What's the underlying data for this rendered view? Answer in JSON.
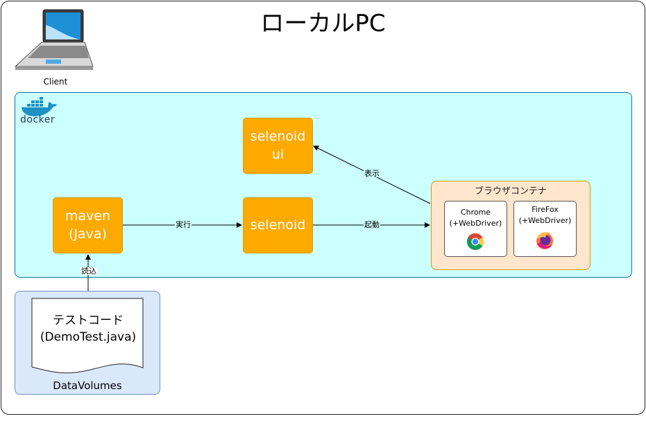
{
  "title": "ローカルPC",
  "client": {
    "label": "Client",
    "icon": "laptop-icon"
  },
  "docker": {
    "label": "docker",
    "icon": "docker-whale-icon",
    "color": "#ccffff"
  },
  "nodes": {
    "selenoid_ui": "selenoid\nui",
    "maven": "maven\n(Java)",
    "selenoid": "selenoid"
  },
  "browser_container": {
    "title": "ブラウザコンテナ",
    "browsers": [
      {
        "name": "Chrome",
        "driver": "(+WebDriver)",
        "icon": "chrome-icon"
      },
      {
        "name": "FireFox",
        "driver": "(+WebDriver)",
        "icon": "firefox-icon"
      }
    ]
  },
  "edges": {
    "execute": "実行",
    "launch": "起動",
    "display": "表示",
    "read": "読込"
  },
  "data_volumes": {
    "label": "DataVolumes",
    "document_line1": "テストコード",
    "document_line2": "(DemoTest.java)"
  },
  "colors": {
    "accent": "#ffaa00",
    "browser_group": "#ffe6cc",
    "volume": "#dae8fc"
  }
}
